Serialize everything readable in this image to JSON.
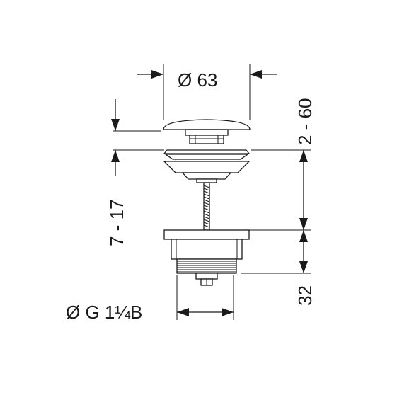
{
  "dimensions": {
    "cap_diameter": "Ø 63",
    "thread": "Ø G 1¼B",
    "range_top": "2 - 60",
    "range_left": "7 - 17",
    "height_bottom": "32"
  }
}
